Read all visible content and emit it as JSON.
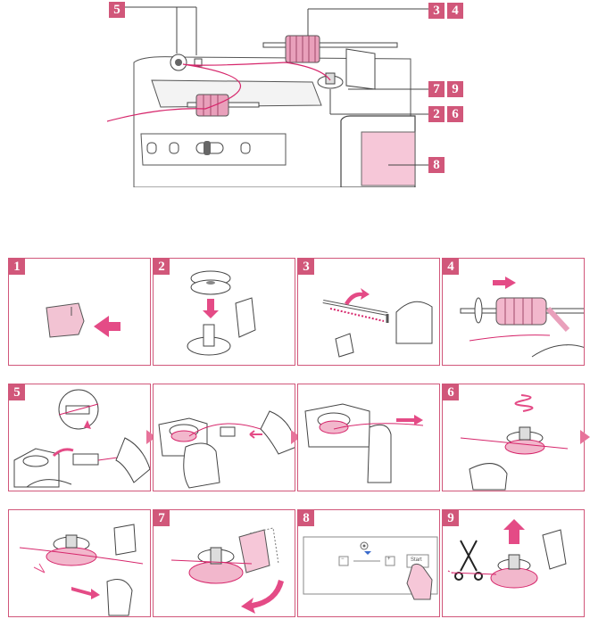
{
  "overview": {
    "callouts": [
      "5",
      "3",
      "4",
      "7",
      "9",
      "2",
      "6",
      "8"
    ]
  },
  "steps": [
    {
      "num": "1"
    },
    {
      "num": "2"
    },
    {
      "num": "3"
    },
    {
      "num": "4"
    },
    {
      "num": "5"
    },
    {
      "num": ""
    },
    {
      "num": ""
    },
    {
      "num": "6"
    },
    {
      "num": ""
    },
    {
      "num": "7"
    },
    {
      "num": "8"
    },
    {
      "num": "9"
    }
  ],
  "screen": {
    "start_label": "Start",
    "minus": "−",
    "plus": "+"
  },
  "colors": {
    "accent": "#d1577a",
    "thread": "#d6266b",
    "line": "#444444"
  }
}
